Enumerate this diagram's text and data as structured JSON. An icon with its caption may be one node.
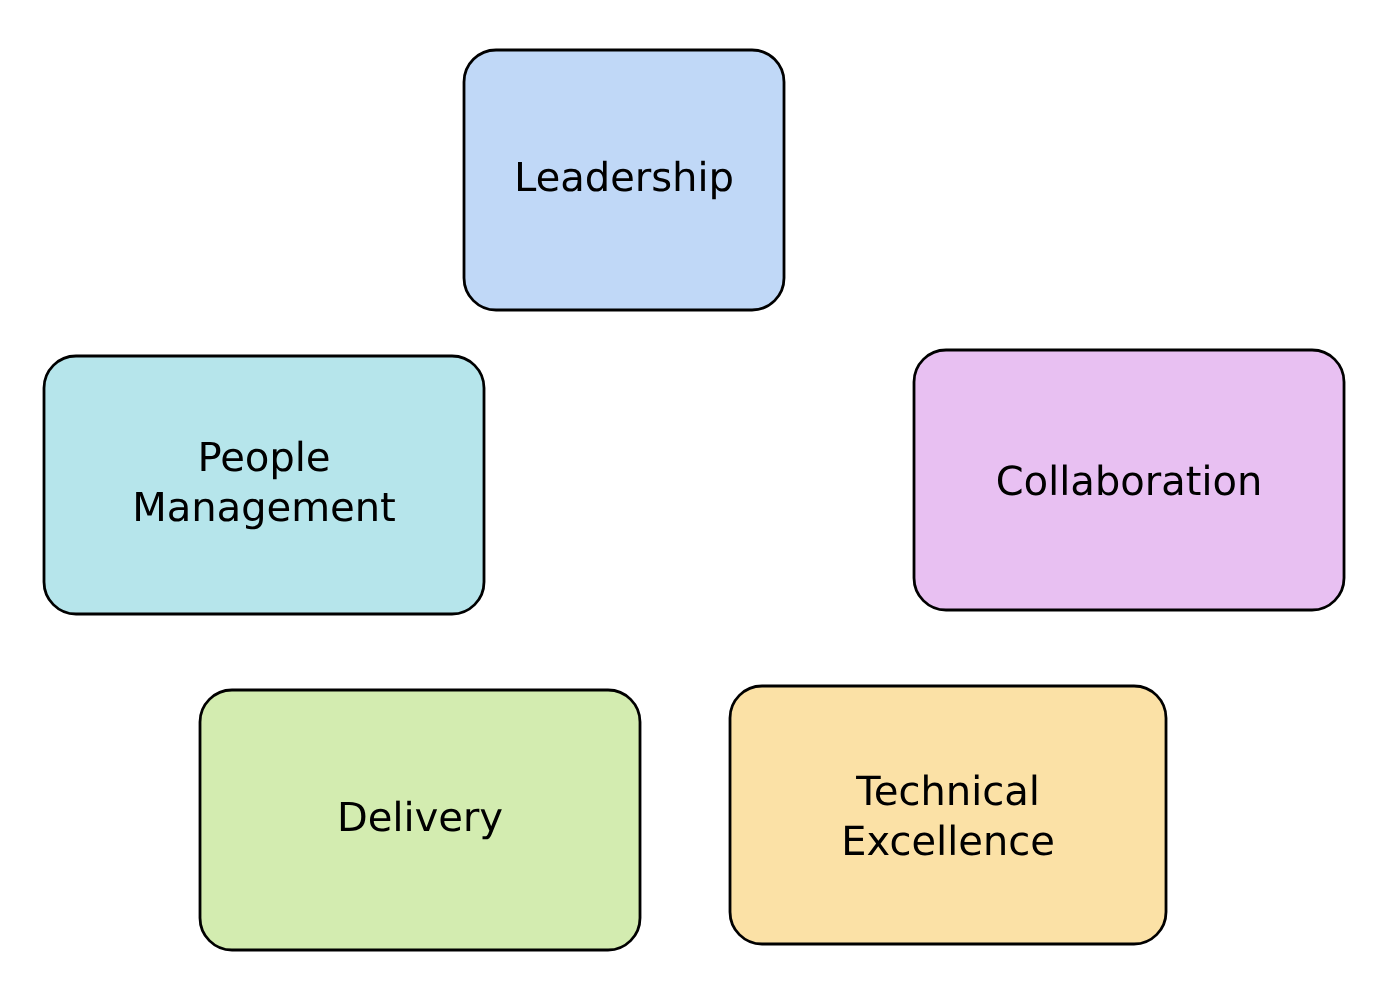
{
  "diagram": {
    "nodes": [
      {
        "text": [
          "Leadership"
        ]
      },
      {
        "text": [
          "People Management"
        ]
      },
      {
        "text": [
          "Collaboration"
        ]
      },
      {
        "text": [
          "Delivery"
        ]
      },
      {
        "text": [
          "Technical Excellence"
        ]
      }
    ]
  }
}
